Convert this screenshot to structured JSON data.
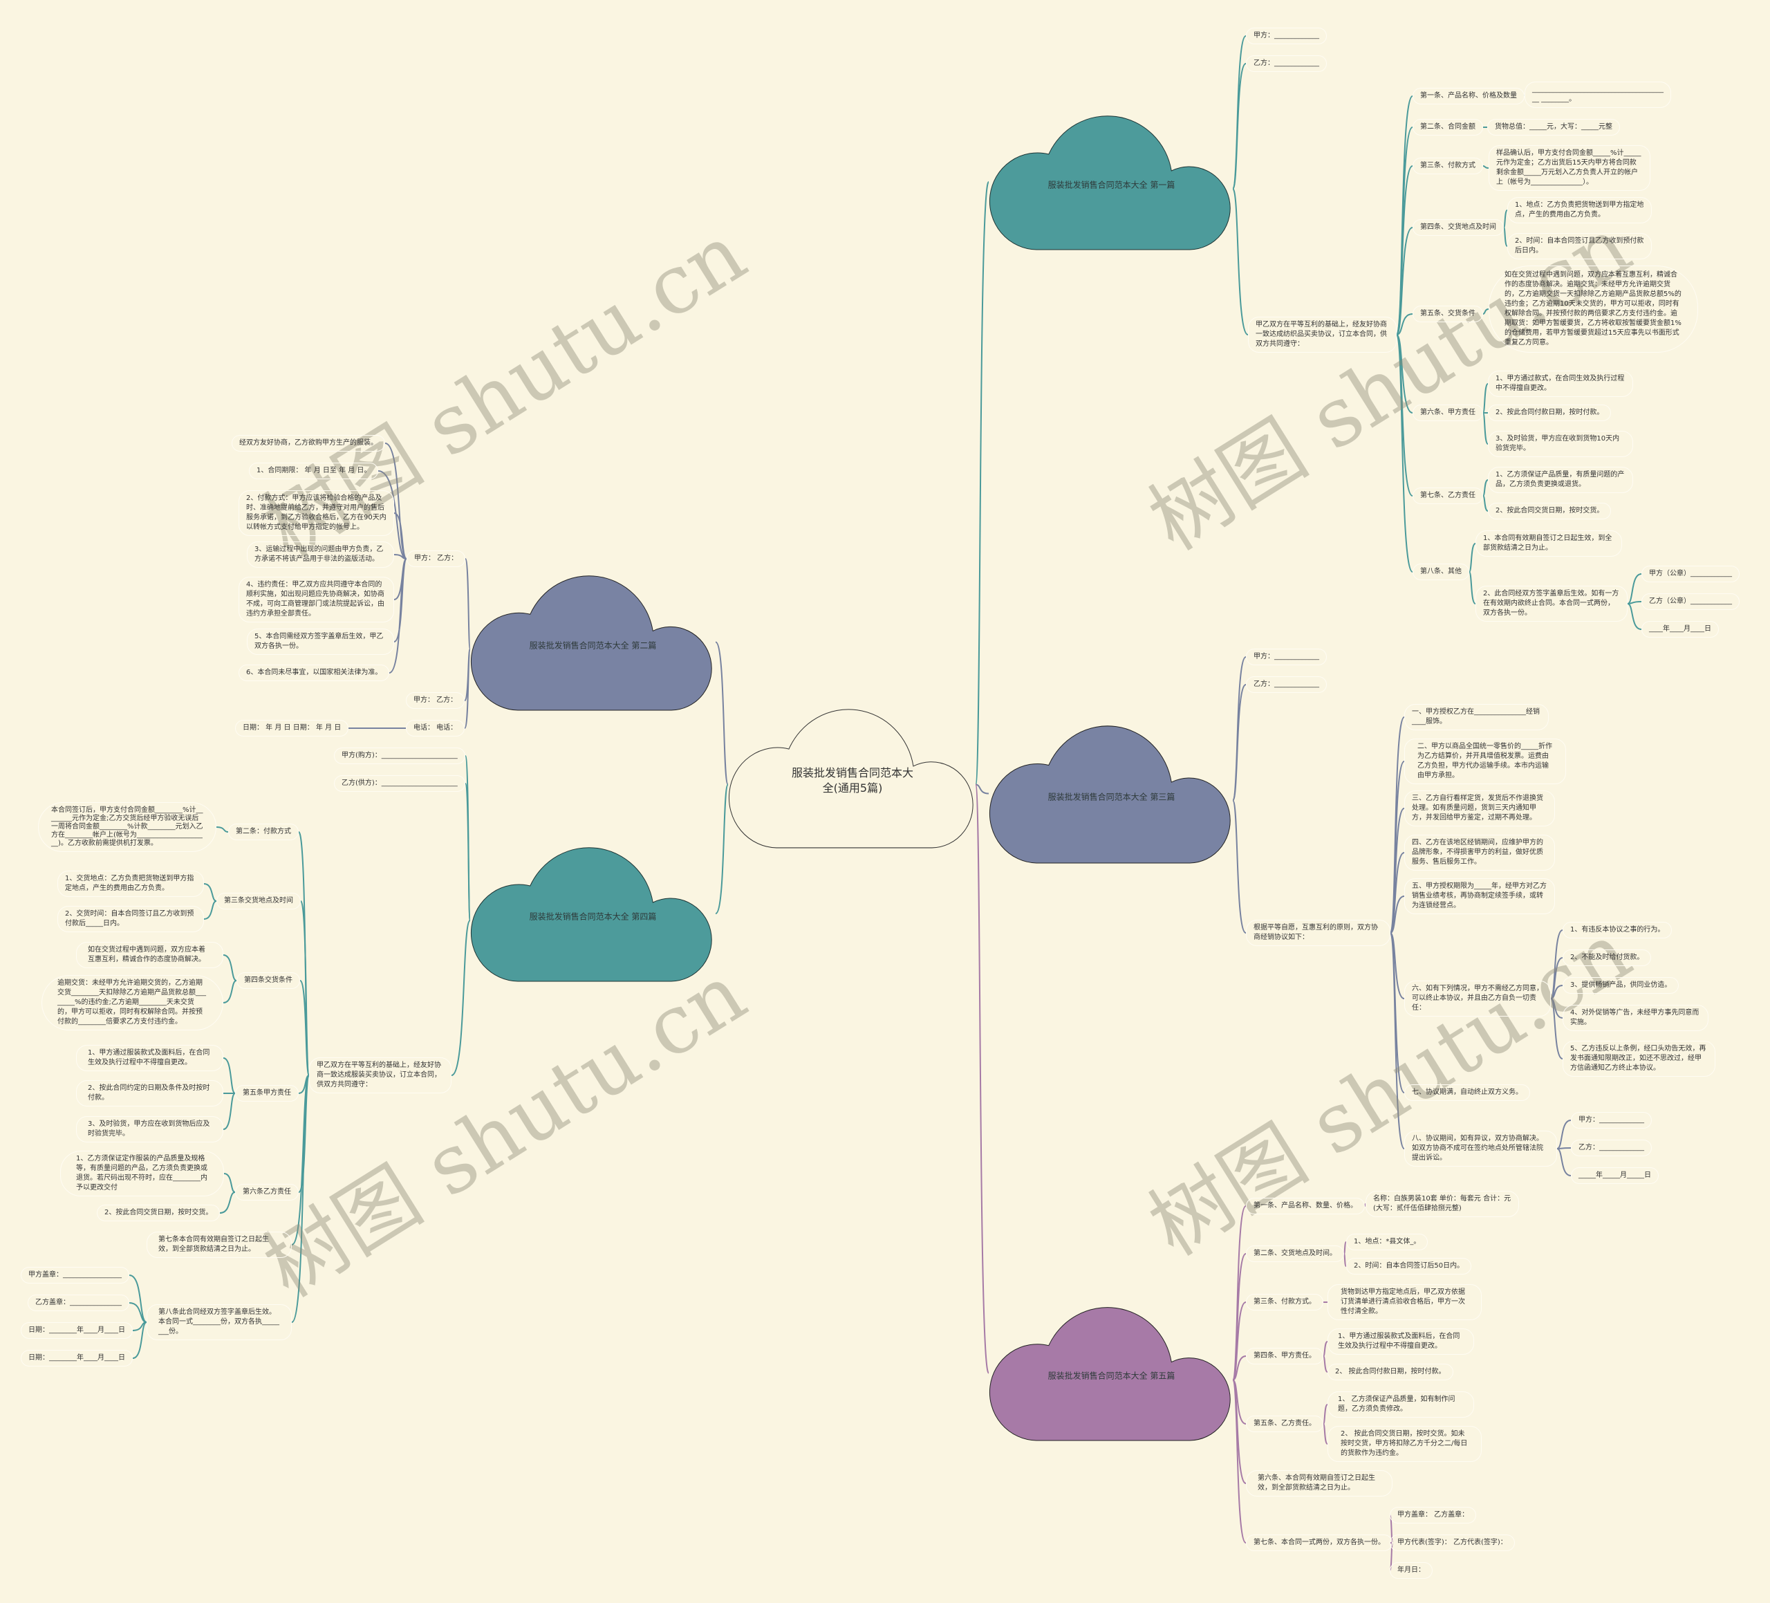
{
  "title": "服装批发销售合同范本大全(通用5篇)",
  "watermark": "树图 shutu.cn",
  "colors": {
    "teal": "#4a9a9a",
    "slate": "#77829f",
    "purple": "#a67aa6",
    "background": "#faf5e1"
  },
  "s1": {
    "title": "服装批发销售合同范本大全 第一篇",
    "jia": "甲方：_____________",
    "yi": "乙方：_____________",
    "intro": "甲乙双方在平等互利的基础上，经友好协商一致达成纺织品买卖协议，订立本合同，供双方共同遵守：",
    "a1": "第一条、产品名称、价格及数量",
    "a1c": "________________________________________ ________。",
    "a2": "第二条、合同金额",
    "a2c": "货物总值：_____元，大写：_____元整",
    "a3": "第三条、付款方式",
    "a3c": "样品确认后，甲方支付合同金额_____%计_____元作为定金；乙方出货后15天内甲方将合同款剩余金额_____万元划入乙方负责人开立的帐户上（帐号为_______________）。",
    "a4": "第四条、交货地点及时间",
    "a4c1": "1、地点：乙方负责把货物送到甲方指定地点，产生的费用由乙方负责。",
    "a4c2": "2、时间：自本合同签订且乙方收到预付款后日内。",
    "a5": "第五条、交货条件",
    "a5c": "如在交货过程中遇到问题，双方应本着互惠互利，精诚合作的态度协商解决。逾期交货：未经甲方允许逾期交货的，乙方逾期交货一天扣除除乙方逾期产品货款总额5%的违约金；乙方逾期10天未交货的，甲方可以拒收，同时有权解除合同。并按预付款的两倍要求乙方支付违约金。逾期取货：如甲方暂缓要货，乙方将收取按暂缓要货金额1%的仓储费用，若甲方暂缓要货超过15天应事先以书面形式重复乙方同意。",
    "a6": "第六条、甲方责任",
    "a6c1": "1、甲方通过款式，在合同生效及执行过程中不得擅自更改。",
    "a6c2": "2、按此合同付款日期，按时付款。",
    "a6c3": "3、及时验货，甲方应在收到货物10天内验货完毕。",
    "a7": "第七条、乙方责任",
    "a7c1": "1、乙方须保证产品质量，有质量问题的产品，乙方须负责更换或退货。",
    "a7c2": "2、按此合同交货日期，按时交货。",
    "a8": "第八条、其他",
    "a8c1": "1、本合同有效期自签订之日起生效，到全部货款结清之日为止。",
    "a8c2": "2、此合同经双方签字盖章后生效。如有一方在有效期内欲终止合同。本合同一式两份，双方各执一份。",
    "sig1": "甲方（公章）____________",
    "sig2": "乙方（公章）____________",
    "sig3": "____年____月____日"
  },
  "s2": {
    "title": "服装批发销售合同范本大全 第二篇",
    "parties": "甲方： 乙方：",
    "c0": "经双方友好协商，乙方欲购甲方生产的服装。",
    "c1": "1、合同期限： 年 月 日至 年 月 日。",
    "c2": "2、付款方式：甲方应该将检验合格的产品及时、准确地提前给乙方，并遵守对用户的售后服务承诺，到乙方验收合格后，乙方在90天内以转帐方式支付给甲方指定的帐号上。",
    "c3": "3、运输过程中出现的问题由甲方负责，乙方承诺不将该产品用于非法的盗版活动。",
    "c4": "4、违约责任：甲乙双方应共同遵守本合同的顺利实施，如出现问题应先协商解决，如协商不成，可向工商管理部门或法院提起诉讼，由违约方承担全部责任。",
    "c5": "5、本合同需经双方签字盖章后生效，甲乙双方各执一份。",
    "c6": "6、本合同未尽事宜，以国家相关法律为准。",
    "parties2": "甲方： 乙方：",
    "phone": "电话： 电话：",
    "date": "日期： 年 月 日 日期： 年 月 日"
  },
  "s3": {
    "title": "服装批发销售合同范本大全 第三篇",
    "jia": "甲方：_____________",
    "yi": "乙方：_____________",
    "intro": "根据平等自愿，互惠互利的原则，双方协商经销协议如下：",
    "i1": "一、甲方授权乙方在_______________经销____服饰。",
    "i2": "二、甲方以商品全国统一零售价的_____折作为乙方结算价，并开具增值税发票。运费由乙方负担，甲方代办运输手续。本市内运输由甲方承担。",
    "i3": "三、乙方自行看样定货，发货后不作退换货处理。如有质量问题，货到三天内通知甲方，并发回给甲方鉴定，过期不再处理。",
    "i4": "四、乙方在该地区经销期间，应维护甲方的品牌形象，不得损害甲方的利益，做好优质服务、售后服务工作。",
    "i5": "五、甲方授权期限为_____年，经甲方对乙方销售业绩考核，再协商制定续签手续，或转为连锁经营点。",
    "i6": "六、如有下列情况，甲方不需经乙方同意，可以终止本协议，并且由乙方自负一切责任：",
    "i6c1": "1、有违反本协议之事的行为。",
    "i6c2": "2、不能及时给付货款。",
    "i6c3": "3、提供畅销产品，供同业仿造。",
    "i6c4": "4、对外促销等广告，未经甲方事先同意而实施。",
    "i6c5": "5、乙方违反以上条例，经口头劝告无效，再发书面通知限期改正，如还不思改过，经甲方信函通知乙方终止本协议。",
    "i7": "七、协议期满，自动终止双方义务。",
    "i8": "八、协议期间，如有异议，双方协商解决。如双方协商不成可在签约地点处所管辖法院提出诉讼。",
    "sig1": "甲方：_____________",
    "sig2": "乙方：_____________",
    "sig3": "_____年_____月_____日"
  },
  "s4": {
    "title": "服装批发销售合同范本大全 第四篇",
    "jia": "甲方(购方)：______________________",
    "yi": "乙方(供方)：______________________",
    "intro": "甲乙双方在平等互利的基础上，经友好协商一致达成服装买卖协议，订立本合同，供双方共同遵守：",
    "a2": "第二条：付款方式",
    "a2c": "本合同签订后，甲方支付合同金额________%计________元作为定金;乙方交货后经甲方验收无误后一周将合同金额________%计款________元划入乙方在________帐户上(帐号为_____________________)。乙方收款前需提供机打发票。",
    "a3": "第三条交货地点及时间",
    "a3c1": "1、交货地点：乙方负责把货物送到甲方指定地点，产生的费用由乙方负责。",
    "a3c2": "2、交货时间：自本合同签订且乙方收到预付款后_____日内。",
    "a4": "第四条交货条件",
    "a4c1": "如在交货过程中遇到问题，双方应本着互惠互利，精诚合作的态度协商解决。",
    "a4c2": "逾期交货：未经甲方允许逾期交货的，乙方逾期交货________天扣除除乙方逾期产品货款总额________%的违约金;乙方逾期________天未交货的，甲方可以拒收，同时有权解除合同。并按预付款的________倍要求乙方支付违约金。",
    "a5": "第五条甲方责任",
    "a5c1": "1、甲方通过服装款式及面料后，在合同生效及执行过程中不得擅自更改。",
    "a5c2": "2、按此合同约定的日期及条件及时按时付款。",
    "a5c3": "3、及时验货，甲方应在收到货物后应及时验货完毕。",
    "a6": "第六条乙方责任",
    "a6c1": "1、乙方须保证定作服装的产品质量及规格等，有质量问题的产品，乙方须负责更换或退货。若尺码出现不符时，应在________内予以更改交付",
    "a6c2": "2、按此合同交货日期，按时交货。",
    "a7": "第七条本合同有效期自签订之日起生效，到全部货款结清之日为止。",
    "a8": "第八条此合同经双方签字盖章后生效。本合同一式________份，双方各执________份。",
    "sig1": "甲方盖章：_________________",
    "sig2": "乙方盖章：_______________",
    "sig3": "日期：________年____月____日",
    "sig4": "日期：________年____月____日"
  },
  "s5": {
    "title": "服装批发销售合同范本大全 第五篇",
    "a1": "第一条、产品名称、数量、价格。",
    "a1c": "名称：白族男装10套 单价：每套元 合计：元(大写：贰仟伍佰肆拾捌元整)",
    "a2": "第二条、交货地点及时间。",
    "a2c1": "1、地点：*县文体_。",
    "a2c2": "2、时间：自本合同签订后50日内。",
    "a3": "第三条、付款方式。",
    "a3c": "货物到达甲方指定地点后，甲乙双方依据订货清单进行清点验收合格后，甲方一次性付清全款。",
    "a4": "第四条、甲方责任。",
    "a4c1": "1、甲方通过服装款式及面料后，在合同生效及执行过程中不得擅自更改。",
    "a4c2": "2、 按此合同付款日期，按时付款。",
    "a5": "第五条、乙方责任。",
    "a5c1": "1、 乙方须保证产品质量，如有制作问题，乙方须负责修改。",
    "a5c2": "2、 按此合同交货日期，按时交货。如未按时交货，甲方将扣除乙方千分之二/每日的货款作为违约金。",
    "a6": "第六条、本合同有效期自签订之日起生效，到全部货款结清之日为止。",
    "a7": "第七条、本合同一式两份，双方各执一份。",
    "a7c1": "甲方盖章： 乙方盖章：",
    "a7c2": "甲方代表(签字)： 乙方代表(签字)：",
    "a7c3": "年月日："
  }
}
